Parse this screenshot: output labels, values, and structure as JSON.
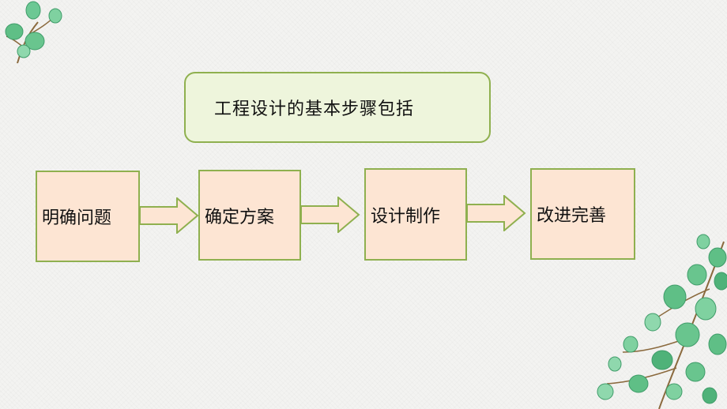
{
  "title": "工程设计的基本步骤包括",
  "steps": [
    {
      "label": "明确问题"
    },
    {
      "label": "确定方案"
    },
    {
      "label": "设计制作"
    },
    {
      "label": "改进完善"
    }
  ],
  "colors": {
    "border": "#8fb04f",
    "title_fill": "#eef5dc",
    "step_fill": "#fde5d3",
    "arrow_fill": "#fde5d3",
    "leaf": "#5fbf86"
  }
}
